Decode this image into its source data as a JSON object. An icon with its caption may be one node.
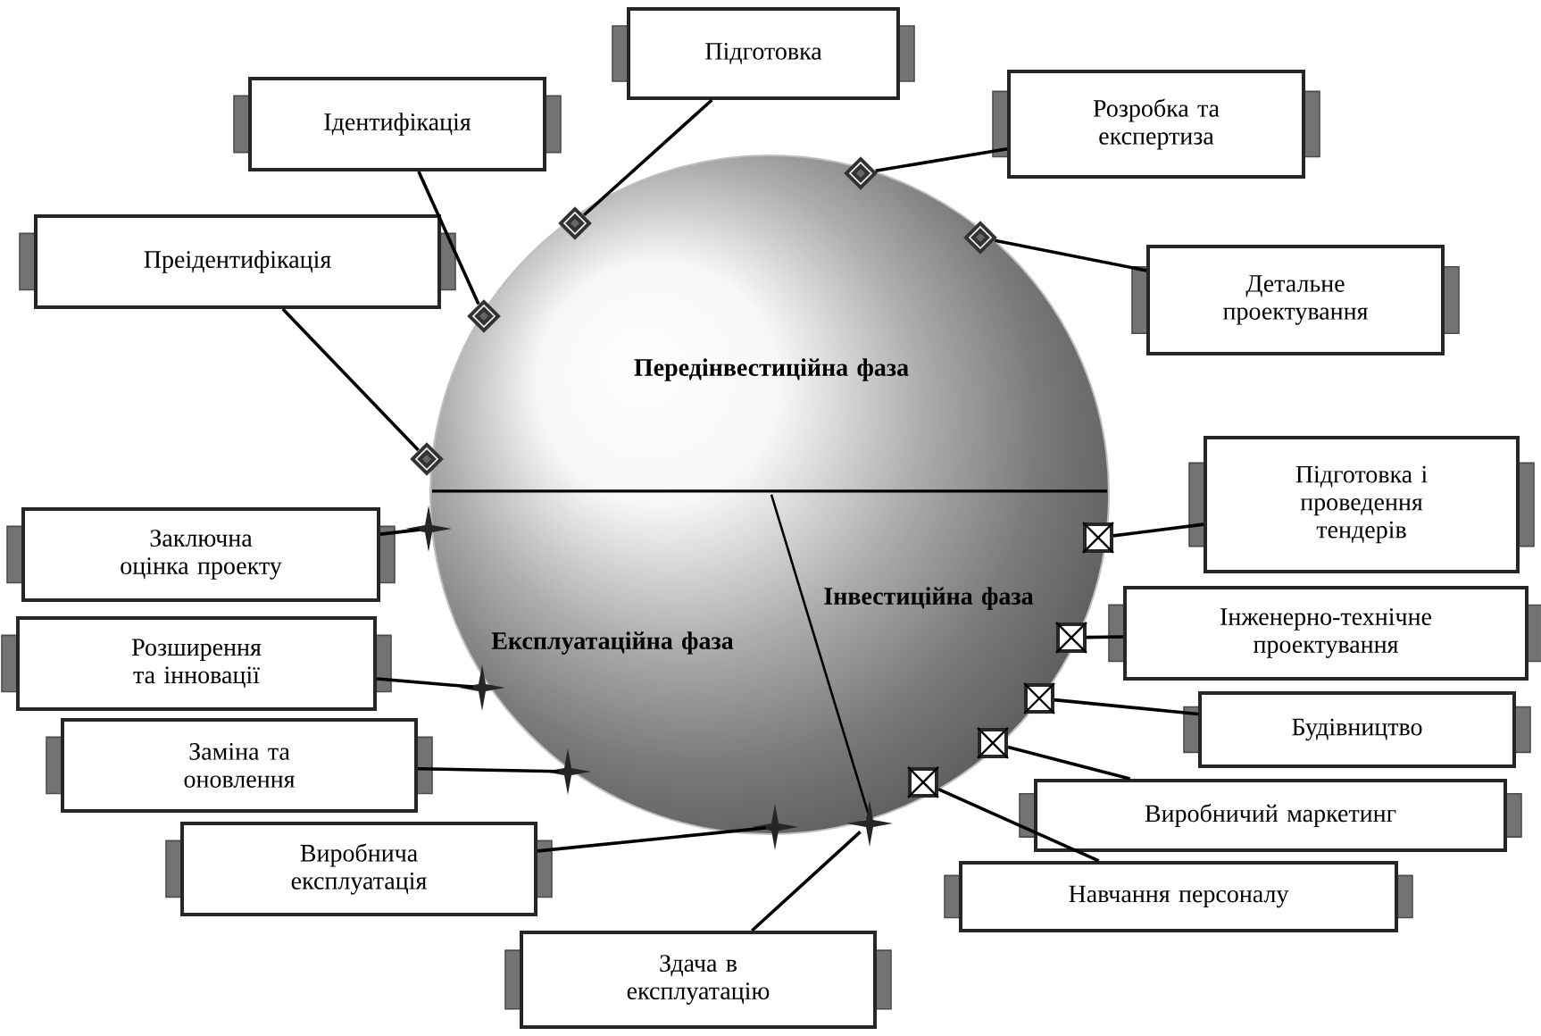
{
  "diagram": {
    "nodes": [
      {
        "text": [
          "Передінвестиційна фаза",
          "Інвестиційна фаза",
          "Експлуатаційна фаза"
        ]
      },
      {
        "text": [
          "Підготовка"
        ]
      },
      {
        "text": [
          "Ідентифікація"
        ]
      },
      {
        "text": [
          "Преідентифікація"
        ]
      },
      {
        "text": [
          "Розробка та експертиза"
        ]
      },
      {
        "text": [
          "Детальне проектування"
        ]
      },
      {
        "text": [
          "Підготовка і проведення тендерів"
        ]
      },
      {
        "text": [
          "Інженерно-технічне проектування"
        ]
      },
      {
        "text": [
          "Будівництво"
        ]
      },
      {
        "text": [
          "Виробничий маркетинг"
        ]
      },
      {
        "text": [
          "Навчання персоналу"
        ]
      },
      {
        "text": [
          "Здача в експлуатацію"
        ]
      },
      {
        "text": [
          "Виробнича експлуатація"
        ]
      },
      {
        "text": [
          "Заміна та оновлення"
        ]
      },
      {
        "text": [
          "Розширення та інновації"
        ]
      },
      {
        "text": [
          "Заключна оцінка проекту"
        ]
      },
      {
        "text": [],
        "shape": "diamond",
        "in": 0
      },
      {
        "text": [],
        "shape": "diamond",
        "in": 0
      },
      {
        "text": [],
        "shape": "diamond",
        "in": 0
      },
      {
        "text": [],
        "shape": "diamond",
        "in": 0
      },
      {
        "text": [],
        "shape": "diamond",
        "in": 0
      },
      {
        "text": [],
        "shape": "box",
        "in": 0
      },
      {
        "text": [],
        "shape": "box",
        "in": 0
      },
      {
        "text": [],
        "shape": "box",
        "in": 0
      },
      {
        "text": [],
        "shape": "box",
        "in": 0
      },
      {
        "text": [],
        "shape": "box",
        "in": 0
      },
      {
        "text": [],
        "shape": "star",
        "in": 0
      },
      {
        "text": [],
        "shape": "star",
        "in": 0
      },
      {
        "text": [],
        "shape": "star",
        "in": 0
      },
      {
        "text": [],
        "shape": "star",
        "in": 0
      },
      {
        "text": [],
        "shape": "star",
        "in": 0
      }
    ],
    "edges": [
      {
        "from": 1,
        "to": 16,
        "arrow": "none"
      },
      {
        "from": 2,
        "to": 17,
        "arrow": "none"
      },
      {
        "from": 3,
        "to": 18,
        "arrow": "none"
      },
      {
        "from": 4,
        "to": 19,
        "arrow": "none"
      },
      {
        "from": 5,
        "to": 20,
        "arrow": "none"
      },
      {
        "from": 6,
        "to": 21,
        "arrow": "none"
      },
      {
        "from": 7,
        "to": 22,
        "arrow": "none"
      },
      {
        "from": 8,
        "to": 23,
        "arrow": "none"
      },
      {
        "from": 9,
        "to": 24,
        "arrow": "none"
      },
      {
        "from": 10,
        "to": 25,
        "arrow": "none"
      },
      {
        "from": 11,
        "to": 26,
        "arrow": "none"
      },
      {
        "from": 12,
        "to": 27,
        "arrow": "none"
      },
      {
        "from": 13,
        "to": 28,
        "arrow": "none"
      },
      {
        "from": 14,
        "to": 29,
        "arrow": "none"
      },
      {
        "from": 15,
        "to": 30,
        "arrow": "none"
      }
    ]
  }
}
